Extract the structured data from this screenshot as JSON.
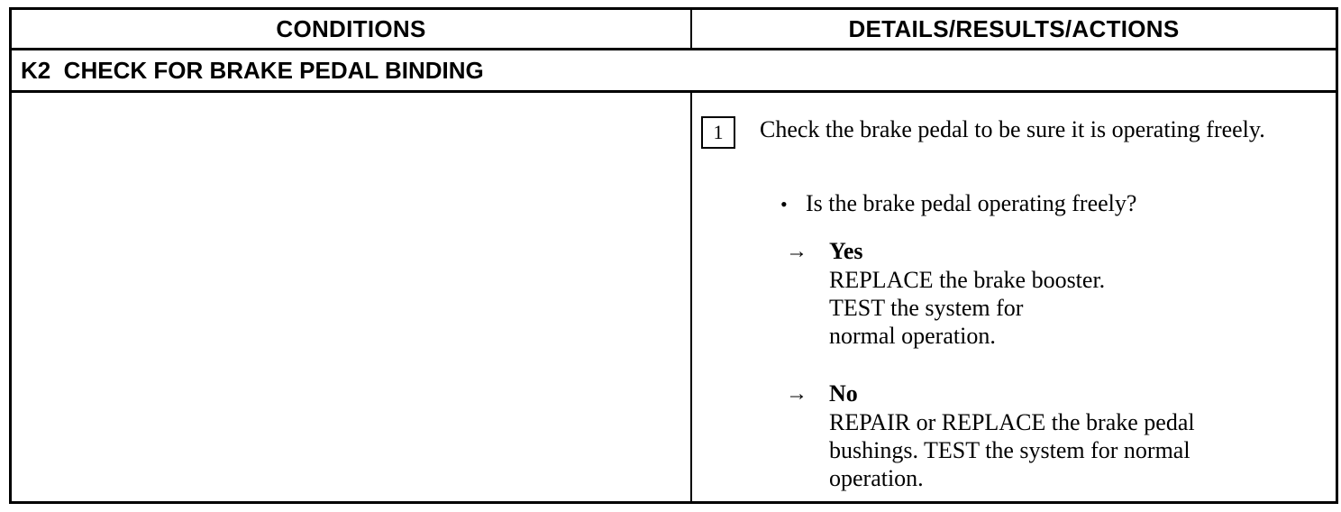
{
  "header": {
    "conditions": "CONDITIONS",
    "details": "DETAILS/RESULTS/ACTIONS"
  },
  "section": {
    "title": "K2  CHECK FOR BRAKE PEDAL BINDING"
  },
  "step": {
    "number": "1",
    "text": "Check the brake pedal to be sure it is operating freely.",
    "question": "Is the brake pedal operating freely?"
  },
  "answers": {
    "yes": {
      "arrow": "→",
      "label": "Yes",
      "lines": [
        "REPLACE the brake booster.",
        "TEST the system for",
        "normal operation."
      ]
    },
    "no": {
      "arrow": "→",
      "label": "No",
      "lines": [
        "REPAIR or REPLACE the brake pedal",
        "bushings. TEST the system for normal",
        "operation."
      ]
    }
  },
  "bullet_symbol": "•"
}
